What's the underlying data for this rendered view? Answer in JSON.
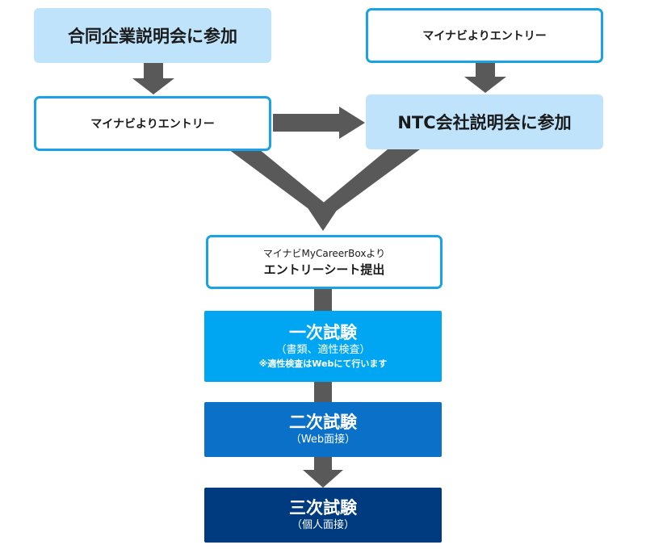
{
  "flow": {
    "joint_briefing": "合同企業説明会に参加",
    "mynavi_entry_right": "マイナビよりエントリー",
    "mynavi_entry_left": "マイナビよりエントリー",
    "ntc_briefing": "NTC会社説明会に参加",
    "entry_sheet": {
      "line1": "マイナビMyCareerBoxより",
      "line2": "エントリーシート提出"
    },
    "steps": [
      {
        "title": "一次試験",
        "sub": "（書類、適性検査）",
        "note": "※適性検査はWebにて行います"
      },
      {
        "title": "二次試験",
        "sub": "（Web面接）"
      },
      {
        "title": "三次試験",
        "sub": "（個人面接）"
      }
    ]
  },
  "colors": {
    "arrow": "#595959",
    "light_box": "#bfe3fb",
    "outline": "#1ba1e6",
    "step1": "#00a6f2",
    "step2": "#0b70c8",
    "step3": "#003b80"
  }
}
